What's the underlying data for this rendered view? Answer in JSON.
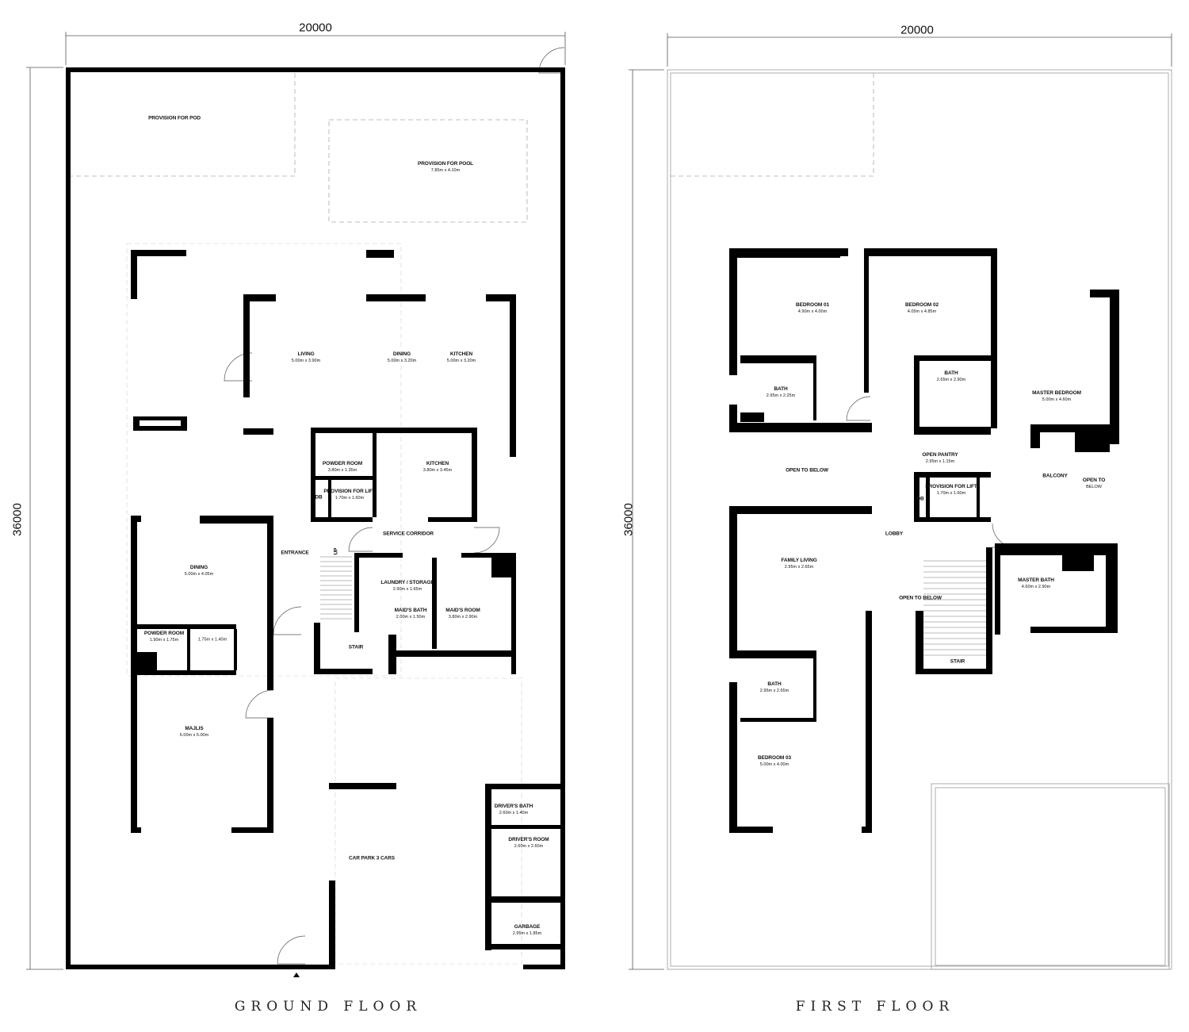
{
  "dimensions": {
    "width": "20000",
    "depth": "36000"
  },
  "colors": {
    "wall": "#000000",
    "outline": "#bbbbbb",
    "furniture": "#cccccc"
  },
  "ground_floor": {
    "title": "GROUND FLOOR",
    "rooms": [
      {
        "name": "PROVISION FOR POD",
        "dim": ""
      },
      {
        "name": "PROVISION FOR POOL",
        "dim": "7.85m x 4.10m"
      },
      {
        "name": "LIVING",
        "dim": "5.00m x 3.90m"
      },
      {
        "name": "DINING",
        "dim": "5.00m x 3.20m"
      },
      {
        "name": "KITCHEN",
        "dim": "5.00m x 3.20m"
      },
      {
        "name": "POWDER ROOM",
        "dim": "3.80m x 1.35m"
      },
      {
        "name": "KITCHEN",
        "dim": "3.80m x 3.45m"
      },
      {
        "name": "DB",
        "dim": ""
      },
      {
        "name": "PROVISION FOR LIFT",
        "dim": "1.70m x 1.60m"
      },
      {
        "name": "SERVICE CORRIDOR",
        "dim": ""
      },
      {
        "name": "ENTRANCE",
        "dim": ""
      },
      {
        "name": "UP",
        "dim": ""
      },
      {
        "name": "DINING",
        "dim": "5.00m x 4.05m"
      },
      {
        "name": "LAUNDRY / STORAGE",
        "dim": "2.90m x 1.65m"
      },
      {
        "name": "MAID'S BATH",
        "dim": "2.00m x 1.50m"
      },
      {
        "name": "MAID'S ROOM",
        "dim": "3.80m x 2.90m"
      },
      {
        "name": "STAIR",
        "dim": ""
      },
      {
        "name": "POWDER ROOM",
        "dim": "1.90m x 1.75m"
      },
      {
        "name": "",
        "dim": "1.75m x 1.40m"
      },
      {
        "name": "MAJLIS",
        "dim": "6.00m x 5.00m"
      },
      {
        "name": "DRIVER'S BATH",
        "dim": "2.60m x 1.40m"
      },
      {
        "name": "DRIVER'S ROOM",
        "dim": "2.60m x 2.60m"
      },
      {
        "name": "CAR PARK 3 CARS",
        "dim": ""
      },
      {
        "name": "GARBAGE",
        "dim": "2.95m x 1.85m"
      }
    ]
  },
  "first_floor": {
    "title": "FIRST FLOOR",
    "rooms": [
      {
        "name": "BEDROOM 01",
        "dim": "4.90m x 4.00m"
      },
      {
        "name": "BEDROOM 02",
        "dim": "4.05m x 4.85m"
      },
      {
        "name": "BATH",
        "dim": "2.95m x 2.25m"
      },
      {
        "name": "BATH",
        "dim": "2.65m x 2.90m"
      },
      {
        "name": "MASTER BEDROOM",
        "dim": "5.00m x 4.60m"
      },
      {
        "name": "OPEN PANTRY",
        "dim": "2.95m x 1.15m"
      },
      {
        "name": "OPEN TO BELOW",
        "dim": ""
      },
      {
        "name": "DB",
        "dim": ""
      },
      {
        "name": "PROVISION FOR LIFT",
        "dim": "1.70m x 1.60m"
      },
      {
        "name": "BALCONY",
        "dim": ""
      },
      {
        "name": "OPEN TO",
        "dim": "BELOW"
      },
      {
        "name": "LOBBY",
        "dim": ""
      },
      {
        "name": "FAMILY LIVING",
        "dim": "2.95m x 2.65m"
      },
      {
        "name": "OPEN TO BELOW",
        "dim": ""
      },
      {
        "name": "MASTER BATH",
        "dim": "4.60m x 2.90m"
      },
      {
        "name": "STAIR",
        "dim": ""
      },
      {
        "name": "BATH",
        "dim": "2.95m x 2.65m"
      },
      {
        "name": "BEDROOM 03",
        "dim": "5.00m x 4.00m"
      }
    ]
  }
}
